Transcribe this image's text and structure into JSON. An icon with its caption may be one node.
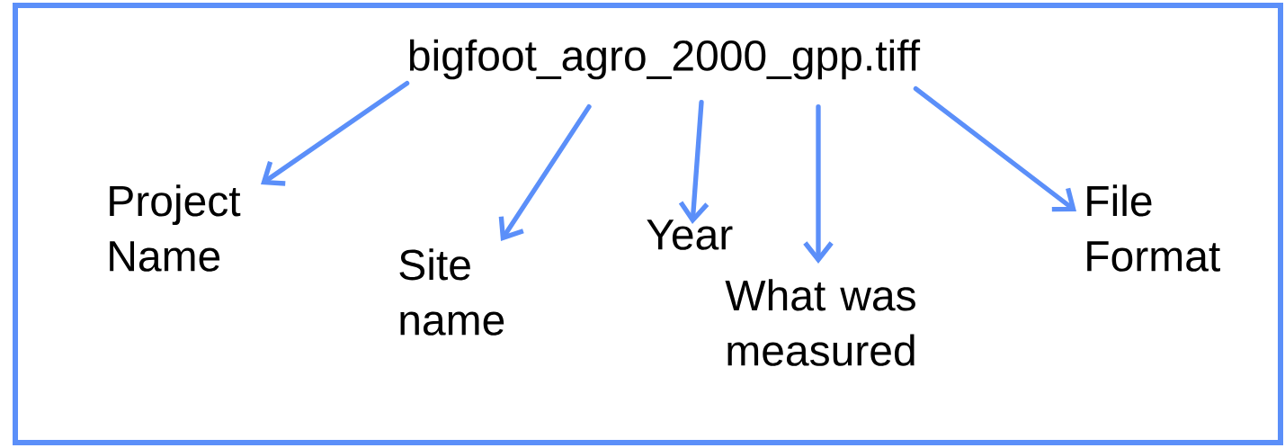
{
  "diagram": {
    "nodes": [
      {
        "text": [
          "bigfoot_agro_2000_gpp.tiff"
        ]
      },
      {
        "text": [
          "Project Name"
        ]
      },
      {
        "text": [
          "Site name"
        ]
      },
      {
        "text": [
          "Year"
        ]
      },
      {
        "text": [
          "What was measured"
        ]
      },
      {
        "text": [
          "File Format"
        ]
      }
    ],
    "edges": [
      {
        "from": 0,
        "to": 1,
        "arrow": "to"
      },
      {
        "from": 0,
        "to": 2,
        "arrow": "to"
      },
      {
        "from": 0,
        "to": 3,
        "arrow": "to"
      },
      {
        "from": 0,
        "to": 4,
        "arrow": "to"
      },
      {
        "from": 0,
        "to": 5,
        "arrow": "to"
      }
    ]
  }
}
